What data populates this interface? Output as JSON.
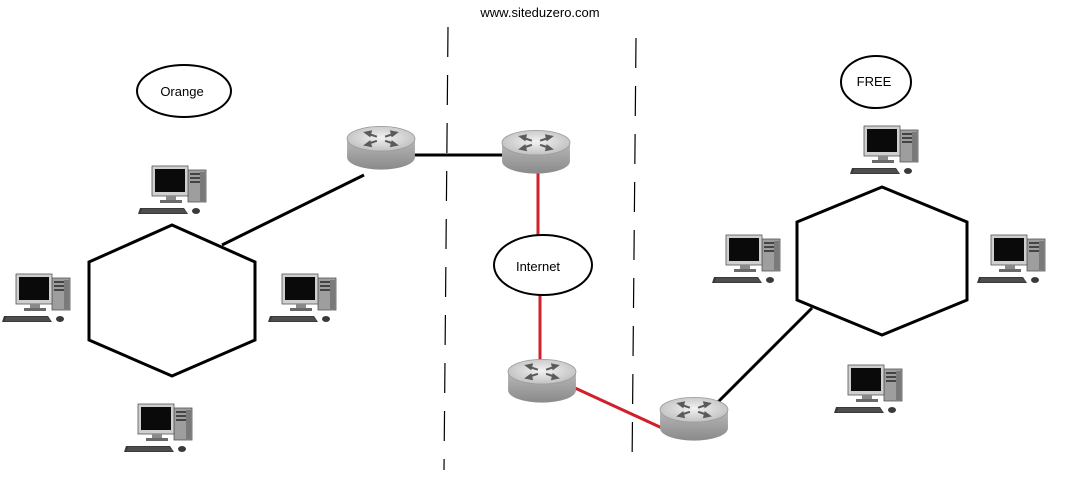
{
  "header": {
    "site_label": "www.siteduzero.com"
  },
  "nodes": {
    "orange_label": "Orange",
    "internet_label": "Internet",
    "free_label": "FREE"
  },
  "colors": {
    "black_link": "#000000",
    "red_link": "#d0202a",
    "router_body": "#c9c9c9",
    "router_top": "#e6e6e6"
  },
  "icons": {
    "router": "router-icon",
    "workstation": "desktop-computer-icon"
  }
}
